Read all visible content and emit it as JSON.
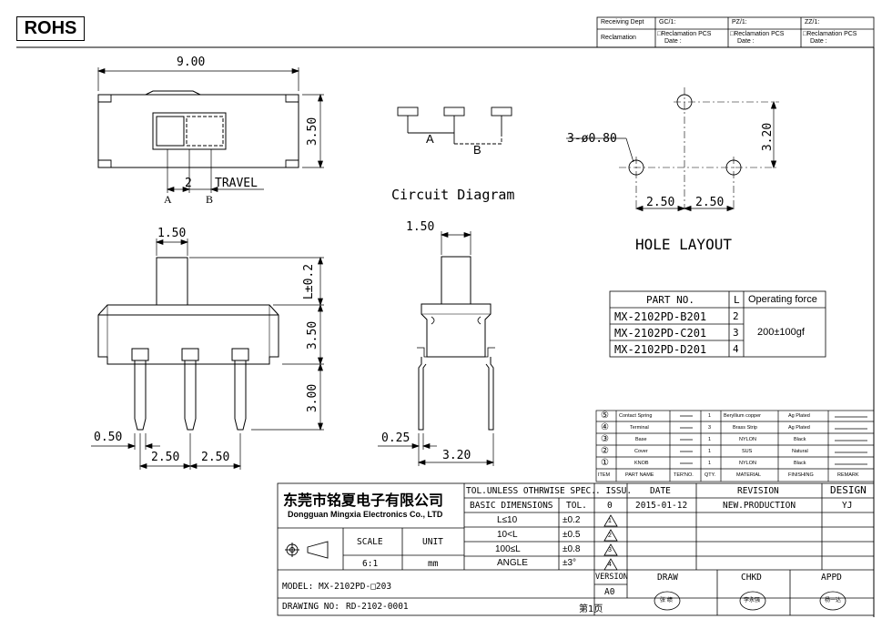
{
  "rohs_label": "ROHS",
  "header_table": {
    "receiving_dept": "Receiving Dept",
    "gc": "GC/1:",
    "pz": "PZ/1:",
    "zz": "ZZ/1:",
    "reclamation": "Reclamation",
    "reclamation_pcs": "□Reclamation  PCS",
    "date": "Date :"
  },
  "top_view": {
    "width_dim": "9.00",
    "height_dim": "3.50",
    "travel_value": "2",
    "travel_label": "TRAVEL",
    "pos_a": "A",
    "pos_b": "B"
  },
  "circuit": {
    "title": "Circuit  Diagram",
    "label_a": "A",
    "label_b": "B"
  },
  "hole_layout": {
    "title": "HOLE LAYOUT",
    "hole_dim": "3-ø0.80",
    "height_dim": "3.20",
    "pitch_left": "2.50",
    "pitch_right": "2.50"
  },
  "front_view": {
    "knob_width": "1.50",
    "knob_height": "L±0.2",
    "body_height": "3.50",
    "pin_length": "3.00",
    "pin_width": "0.50",
    "pitch_left": "2.50",
    "pitch_right": "2.50"
  },
  "side_view": {
    "knob_width": "1.50",
    "pin_thickness": "0.25",
    "pin_span": "3.20"
  },
  "part_table": {
    "headers": [
      "PART NO.",
      "L",
      "Operating force"
    ],
    "rows": [
      {
        "part": "MX-2102PD-B201",
        "l": "2"
      },
      {
        "part": "MX-2102PD-C201",
        "l": "3"
      },
      {
        "part": "MX-2102PD-D201",
        "l": "4"
      }
    ],
    "force": "200±100gf"
  },
  "bom": {
    "headers": [
      "ITEM",
      "PART NAME",
      "TER'NO.",
      "QTY.",
      "MATERIAL",
      "FINISHING",
      "REMARK"
    ],
    "rows": [
      {
        "item": "⑤",
        "name": "Contact Spring",
        "qty": "1",
        "material": "Beryllium copper",
        "finish": "Ag Plated"
      },
      {
        "item": "④",
        "name": "Terminal",
        "qty": "3",
        "material": "Brass Strip",
        "finish": "Ag Plated"
      },
      {
        "item": "③",
        "name": "Base",
        "qty": "1",
        "material": "NYLON",
        "finish": "Black"
      },
      {
        "item": "②",
        "name": "Cover",
        "qty": "1",
        "material": "SUS",
        "finish": "Natural"
      },
      {
        "item": "①",
        "name": "KNOB",
        "qty": "1",
        "material": "NYLON",
        "finish": "Black"
      }
    ]
  },
  "title_block": {
    "company_cn": "东莞市铭夏电子有限公司",
    "company_en": "Dongguan Mingxia Electronics Co., LTD",
    "tol_header": "TOL.UNLESS OTHRWISE SPEC.",
    "basic_dim": "BASIC DIMENSIONS",
    "tol": "TOL.",
    "tol_rows": [
      {
        "range": "L≤10",
        "tol": "±0.2"
      },
      {
        "range": "10<L",
        "tol": "±0.5"
      },
      {
        "range": "100≤L",
        "tol": "±0.8"
      },
      {
        "range": "ANGLE",
        "tol": "±3°"
      }
    ],
    "scale_label": "SCALE",
    "unit_label": "UNIT",
    "scale_value": "6:1",
    "unit_value": "mm",
    "issu": ". ISSU.",
    "date_h": "DATE",
    "revision_h": "REVISION",
    "design_h": "DESIGN",
    "rev_num": "0",
    "rev_date": "2015-01-12",
    "rev_text": "NEW.PRODUCTION",
    "designer": "YJ",
    "tri": [
      "1",
      "2",
      "3",
      "4"
    ],
    "model_label": "MODEL:",
    "model_value": "MX-2102PD-□203",
    "drawing_label": "DRAWING NO:",
    "drawing_value": "RD-2102-0001",
    "page": "第1页",
    "version_label": "VERSION",
    "version_value": "A0",
    "draw": "DRAW",
    "chkd": "CHKD",
    "appd": "APPD",
    "stamp_draw": "张 绩",
    "stamp_chkd": "李永强",
    "stamp_appd": "杨一达"
  }
}
